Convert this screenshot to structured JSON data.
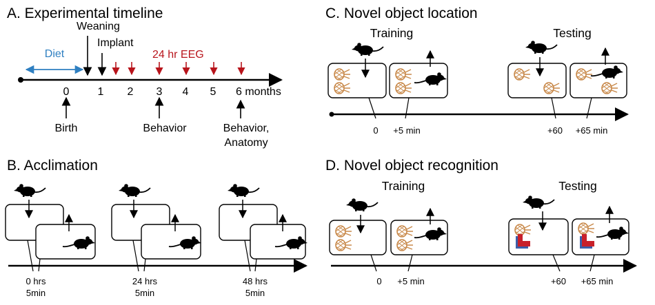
{
  "panelA": {
    "title": "A. Experimental timeline",
    "diet": "Diet",
    "weaning": "Weaning",
    "implant": "Implant",
    "eeg": "24 hr EEG",
    "ticks": [
      "0",
      "1",
      "2",
      "3",
      "4",
      "5",
      "6 months"
    ],
    "birth": "Birth",
    "behavior": "Behavior",
    "behavior_anatomy_1": "Behavior,",
    "behavior_anatomy_2": "Anatomy"
  },
  "panelB": {
    "title": "B. Acclimation",
    "labels": [
      {
        "line1": "0 hrs",
        "line2": "5min"
      },
      {
        "line1": "24 hrs",
        "line2": "5min"
      },
      {
        "line1": "48 hrs",
        "line2": "5min"
      }
    ]
  },
  "panelC": {
    "title": "C. Novel object location",
    "training": "Training",
    "testing": "Testing",
    "times": [
      "0",
      "+5 min",
      "+60",
      "+65 min"
    ]
  },
  "panelD": {
    "title": "D. Novel object recognition",
    "training": "Training",
    "testing": "Testing",
    "times": [
      "0",
      "+5 min",
      "+60",
      "+65 min"
    ]
  },
  "colors": {
    "diet": "#2e7fc1",
    "eeg": "#b8141b",
    "pineapple": "#c8894a",
    "lego_red": "#c8202a",
    "lego_blue": "#3d5ea8"
  }
}
